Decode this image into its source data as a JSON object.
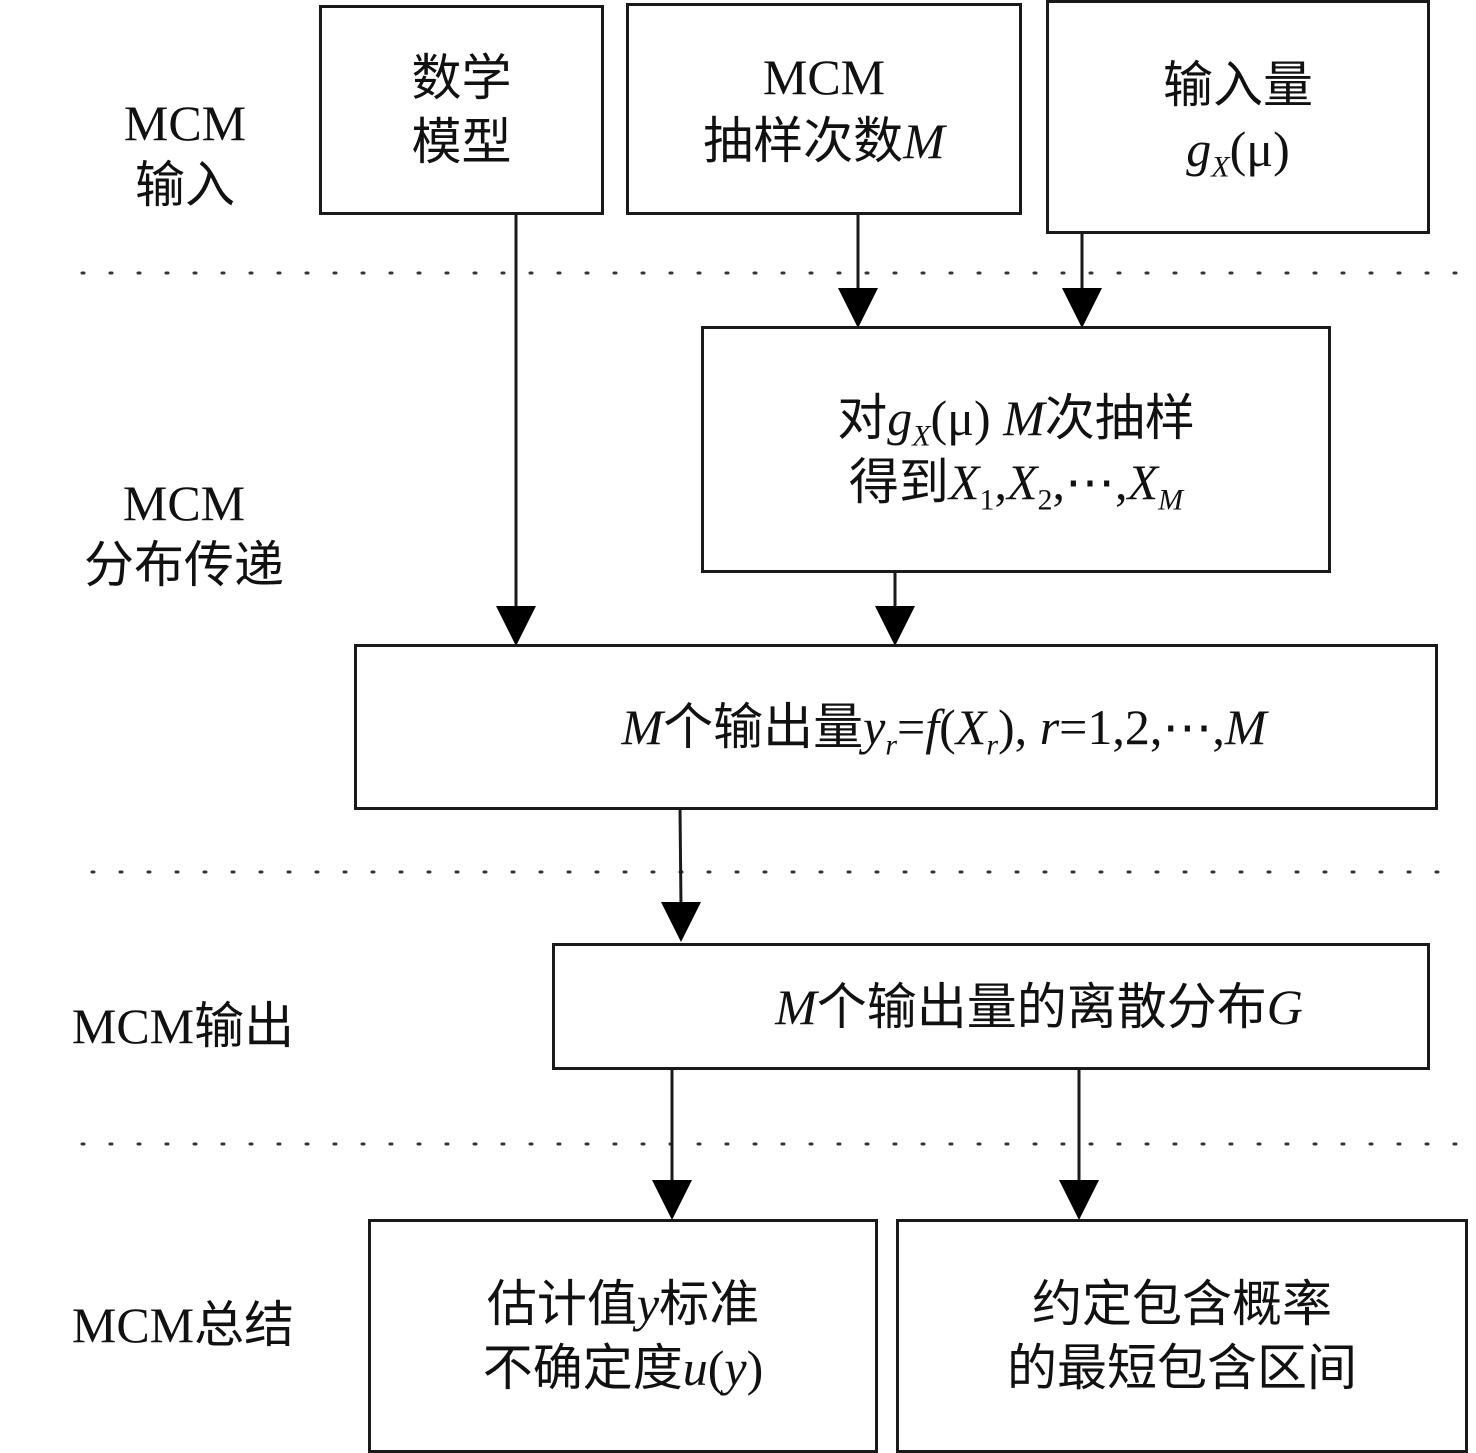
{
  "stages": {
    "input": [
      "MCM",
      "输入"
    ],
    "propagation": [
      "MCM",
      "分布传递"
    ],
    "output": [
      "MCM输出"
    ],
    "summary": [
      "MCM总结"
    ]
  },
  "boxes": {
    "math_model": {
      "lines": [
        "数学",
        "模型"
      ]
    },
    "mcm_samples": {
      "line1": "MCM",
      "line2_text": "抽样次数",
      "line2_var": "M"
    },
    "input_quantity": {
      "line1": "输入量",
      "g": "g",
      "g_sub": "X",
      "g_arg": "(μ)"
    },
    "sampling": {
      "prefix": "对",
      "g": "g",
      "g_sub": "X",
      "g_arg": "(μ) ",
      "m": "M",
      "suffix": "次抽样",
      "line2_prefix": "得到",
      "x": "X",
      "s1": "1",
      "comma1": ",",
      "s2": "2",
      "ellipsis": ",⋯,",
      "sM": "M"
    },
    "outputs": {
      "m": "M",
      "text1": "个输出量",
      "y": "y",
      "r": "r",
      "eq": "=",
      "f": "f",
      "open": "(",
      "x": "X",
      "close": "), ",
      "r2": "r",
      "tail": "=1,2,⋯,",
      "m2": "M"
    },
    "distribution": {
      "m": "M",
      "text": "个输出量的离散分布",
      "g": "G"
    },
    "estimate": {
      "line1_a": "估计值",
      "y": "y",
      "line1_b": "标准",
      "line2_a": "不确定度",
      "u": "u",
      "paren_open": "(",
      "y2": "y",
      "paren_close": ")"
    },
    "interval": {
      "lines": [
        "约定包含概率",
        "的最短包含区间"
      ]
    }
  }
}
